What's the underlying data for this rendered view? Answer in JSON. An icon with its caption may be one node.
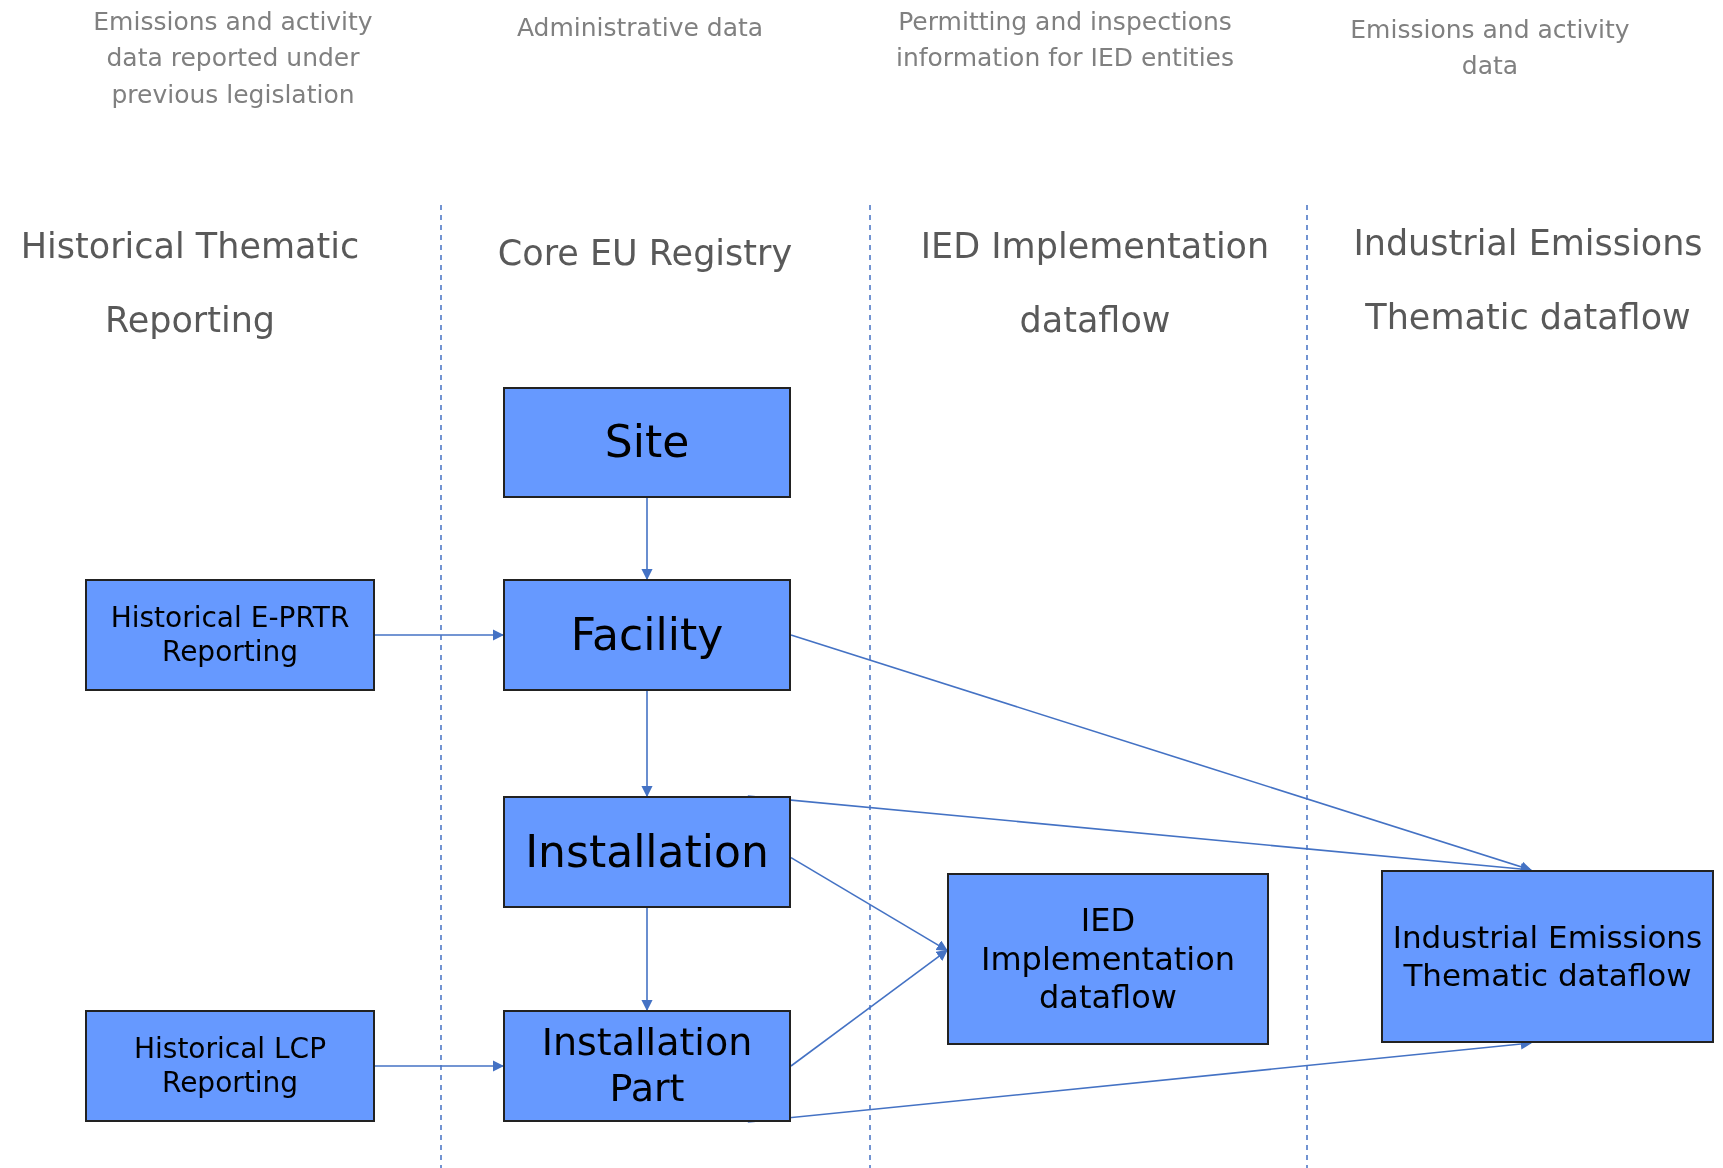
{
  "diagram": {
    "nodes": [
      {
        "text": [
          "Site"
        ]
      },
      {
        "text": [
          "Historical E-PRTR Reporting"
        ]
      },
      {
        "text": [
          "Facility"
        ]
      },
      {
        "text": [
          "Installation"
        ]
      },
      {
        "text": [
          "IED Implementation dataflow"
        ]
      },
      {
        "text": [
          "Industrial Emissions Thematic dataflow"
        ]
      },
      {
        "text": [
          "Historical LCP Reporting"
        ]
      },
      {
        "text": [
          "Installation Part"
        ]
      }
    ],
    "edges": [
      {
        "from": 0,
        "to": 2,
        "arrow": "to"
      },
      {
        "from": 1,
        "to": 2,
        "arrow": "to"
      },
      {
        "from": 2,
        "to": 3,
        "arrow": "to"
      },
      {
        "from": 2,
        "to": 5,
        "arrow": "to"
      },
      {
        "from": 3,
        "to": 5,
        "arrow": "to"
      },
      {
        "from": 3,
        "to": 4,
        "arrow": "to"
      },
      {
        "from": 3,
        "to": 7,
        "arrow": "to"
      },
      {
        "from": 6,
        "to": 7,
        "arrow": "to"
      },
      {
        "from": 7,
        "to": 4,
        "arrow": "to"
      },
      {
        "from": 7,
        "to": 5,
        "arrow": "to"
      }
    ],
    "labels": [
      "Emissions and activity data reported under previous legislation",
      "Administrative data",
      "Permitting and inspections information for IED entities",
      "Emissions and activity data",
      "Historical Thematic Reporting",
      "Core EU Registry",
      "IED Implementation dataflow",
      "Industrial Emissions Thematic dataflow"
    ]
  }
}
